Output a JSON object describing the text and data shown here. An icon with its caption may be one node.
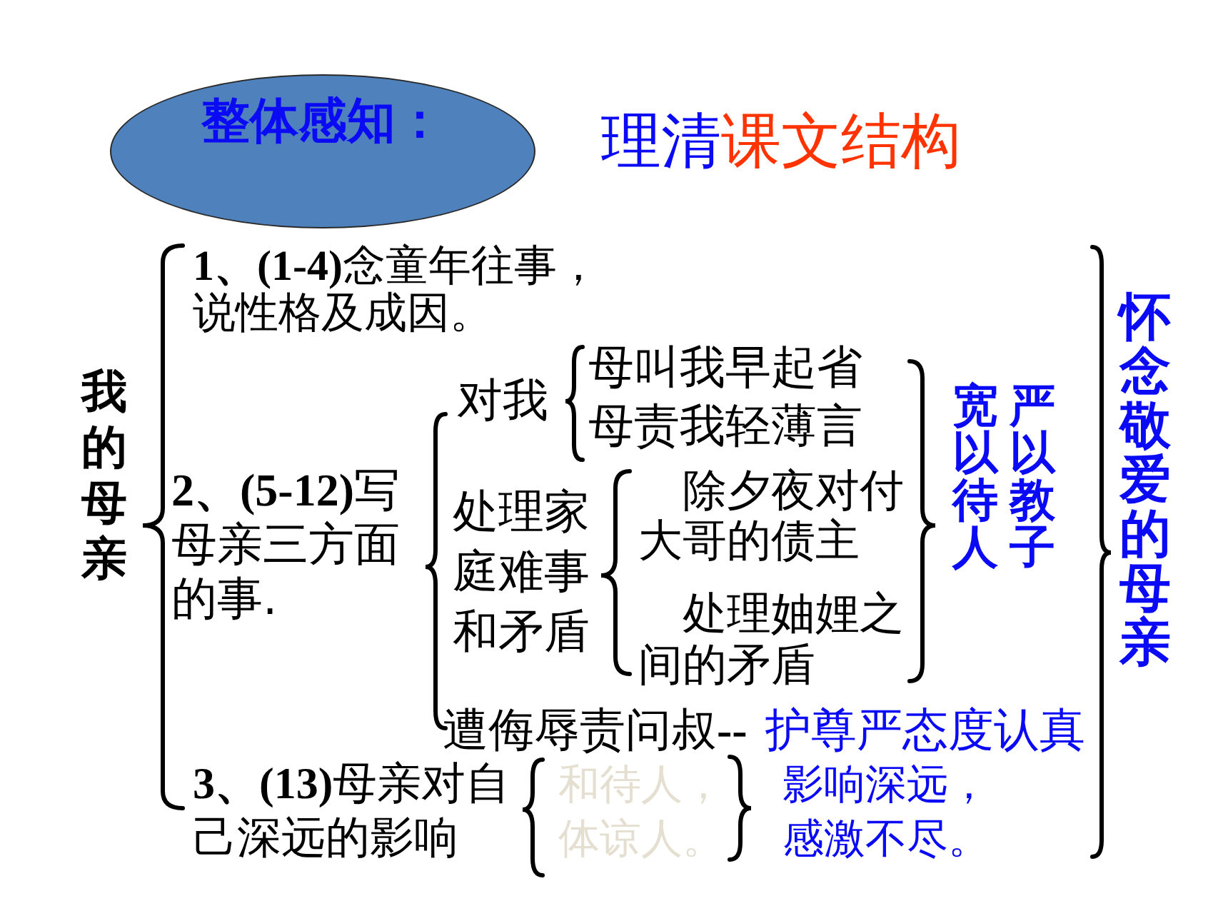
{
  "diagram": {
    "title": "**理清**课文结构",
    "nodes": [
      {
        "text": [
          "整体感知："
        ]
      }
    ],
    "labels": [
      "我的母亲",
      "**1、(1-4)**念童年往事，说性格及成因。",
      "**2、(5-12)**写母亲三方面的事.",
      "对我",
      "母叫我早起省",
      "母责我轻薄言",
      "处理家庭难事和矛盾",
      "除夕夜对付大哥的债主",
      "处理妯娌之间的矛盾",
      "遭侮辱责问叔**--**",
      "护尊严态度认真",
      "宽以待人",
      "严以教子",
      "**3、(13)**母亲对自己深远的影响",
      "和待人，体谅人。",
      "影响深远，感激不尽。",
      "怀念敬爱的母亲"
    ]
  }
}
